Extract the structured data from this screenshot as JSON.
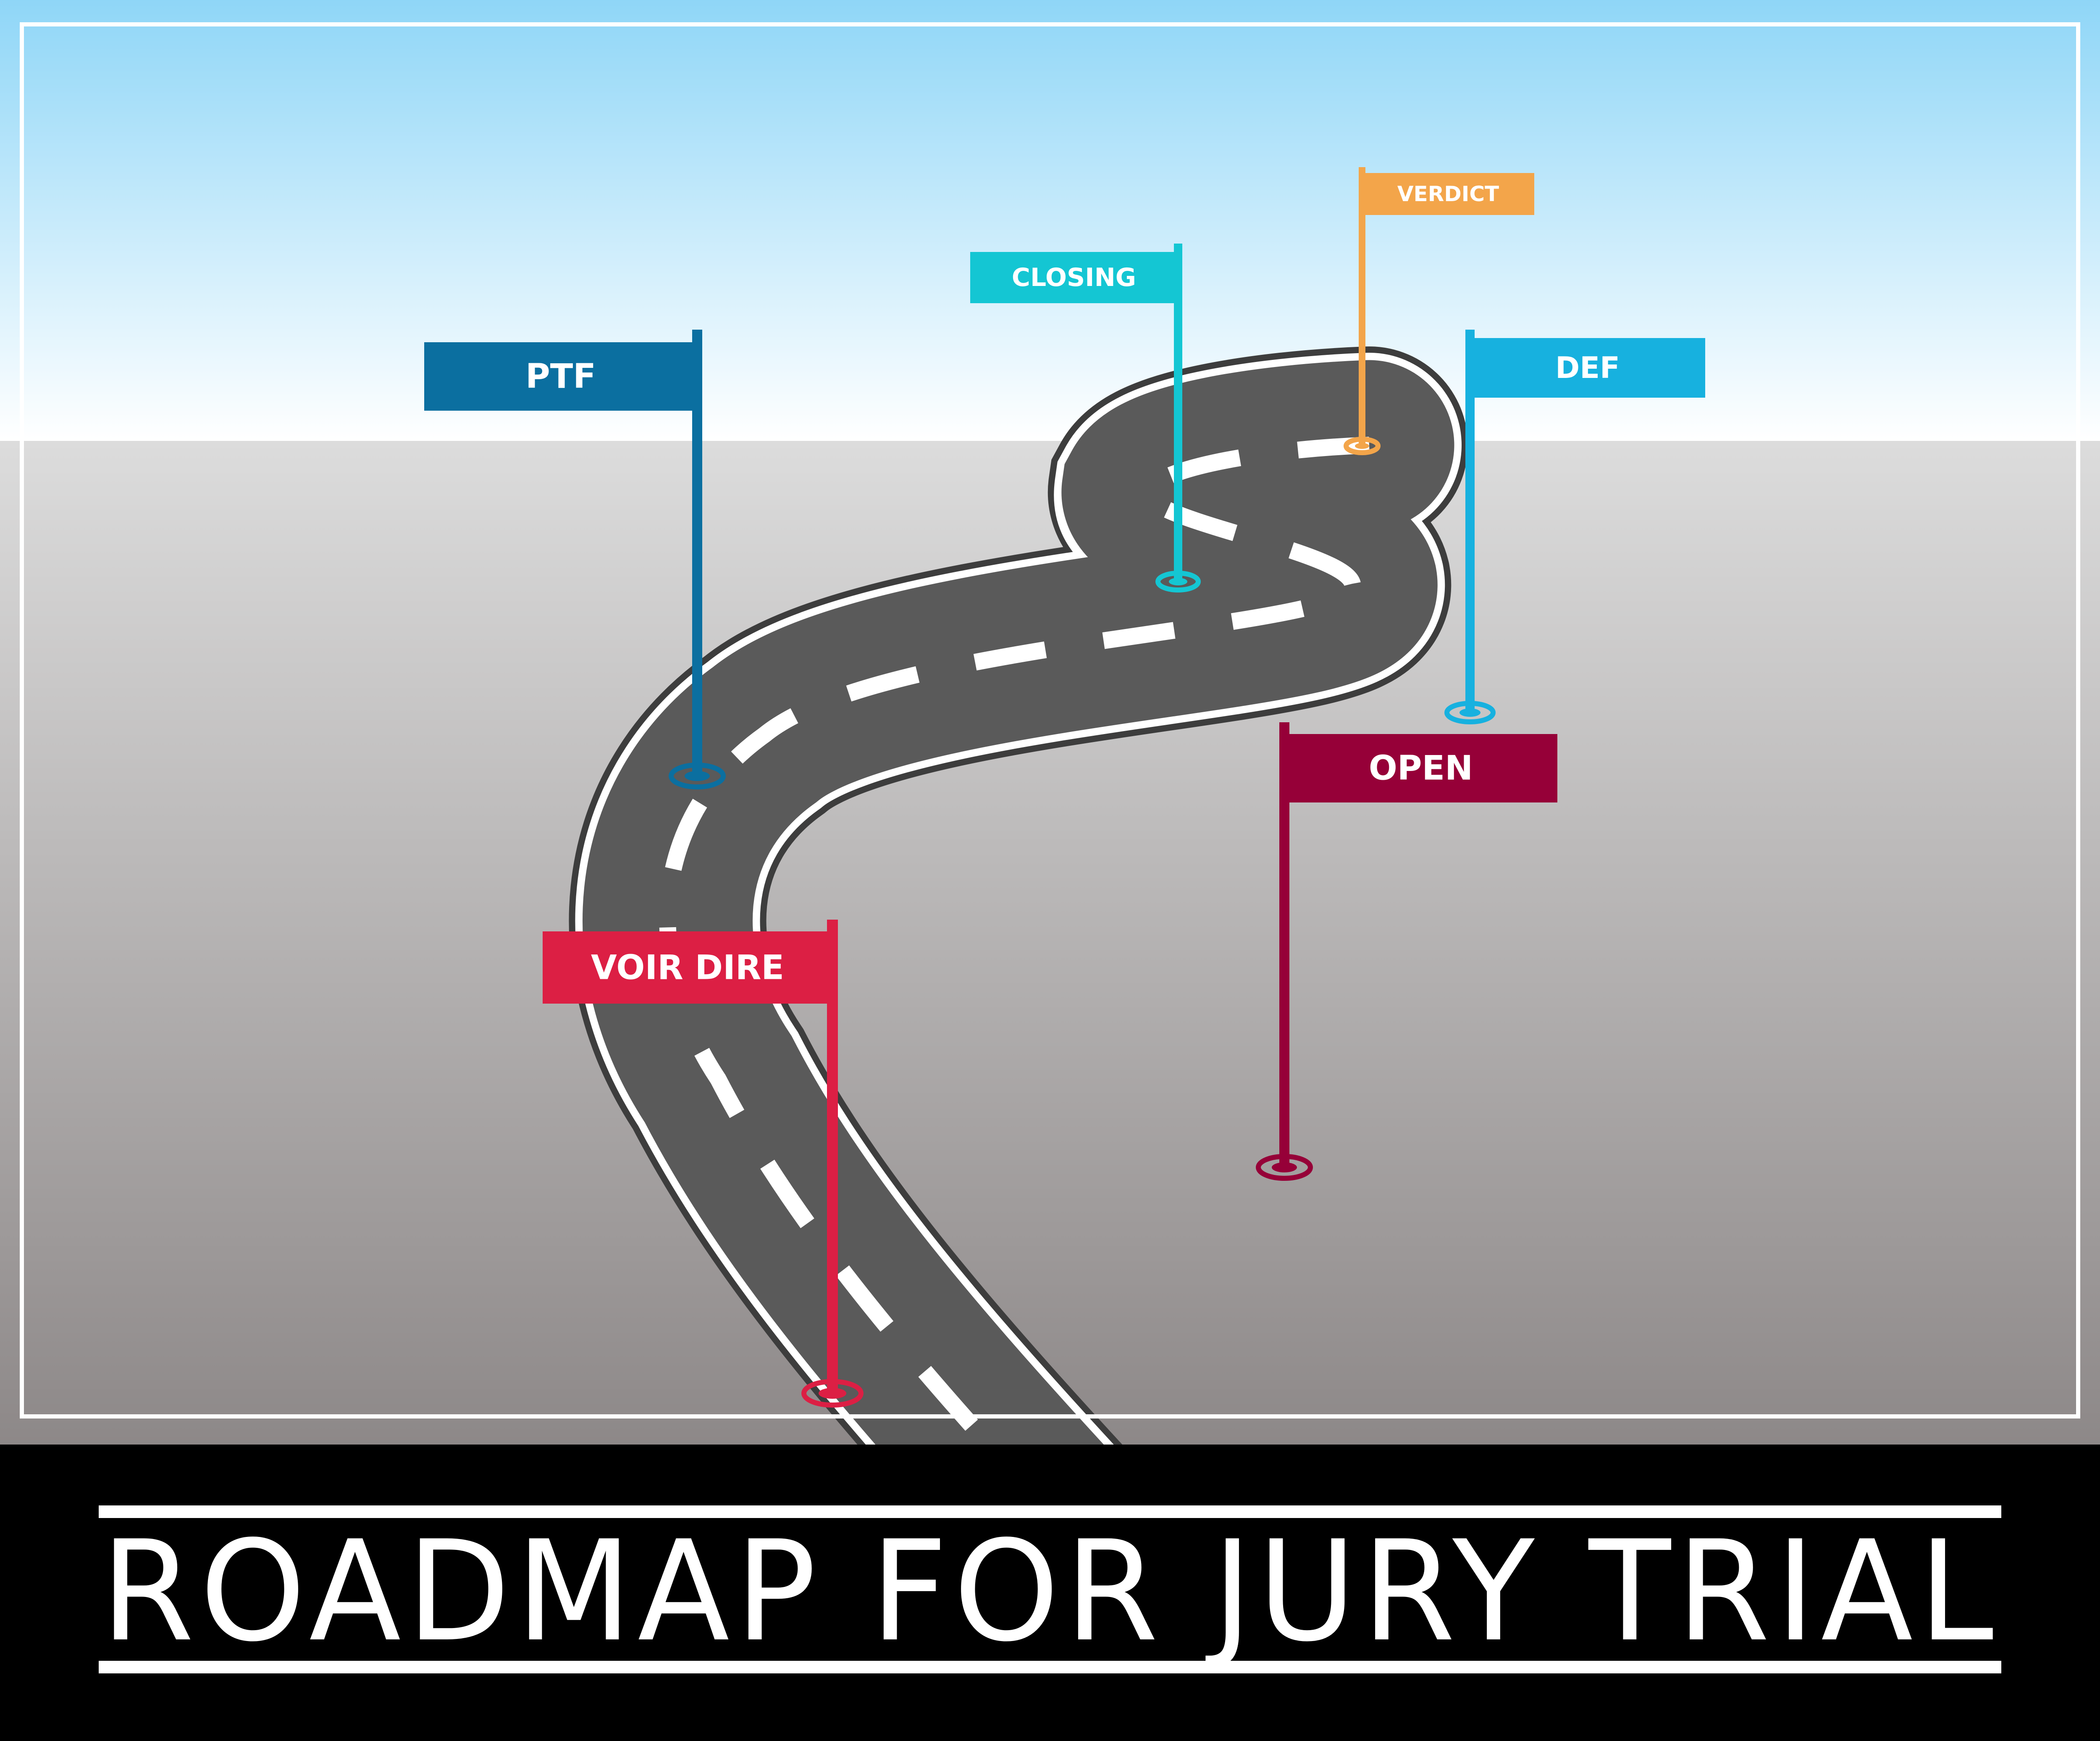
{
  "title": "ROADMAP FOR JURY TRIAL",
  "flags": [
    {
      "id": "ptf",
      "label": "PTF",
      "color": "#0b6fa0"
    },
    {
      "id": "closing",
      "label": "CLOSING",
      "color": "#14c6d3"
    },
    {
      "id": "verdict",
      "label": "VERDICT",
      "color": "#f3a54a"
    },
    {
      "id": "def",
      "label": "DEF",
      "color": "#17b1df"
    },
    {
      "id": "open",
      "label": "OPEN",
      "color": "#960038"
    },
    {
      "id": "voir-dire",
      "label": "VOIR DIRE",
      "color": "#dc1f44"
    }
  ],
  "colors": {
    "sky_top": "#8fd6f7",
    "sky_bottom": "#ffffff",
    "ground_top": "#dcdcdc",
    "ground_bottom": "#8d8888",
    "road": "#5a5a5a",
    "road_edge": "#3d3d3d",
    "banner": "#000000"
  }
}
